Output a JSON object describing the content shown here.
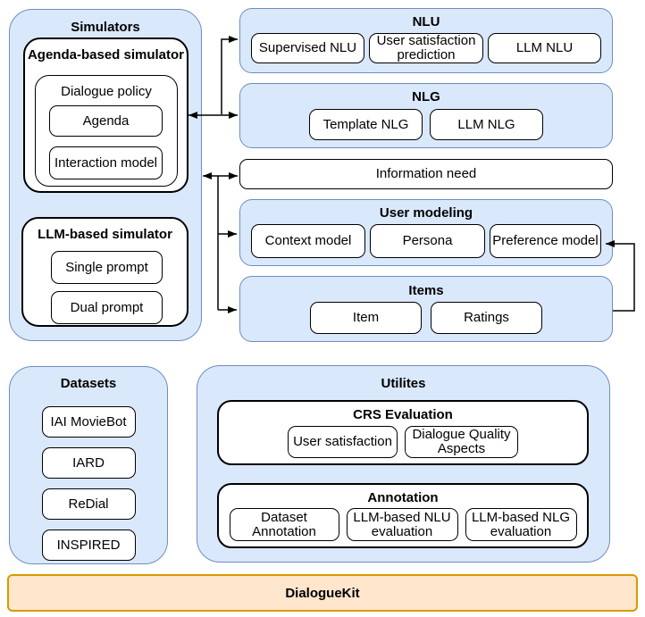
{
  "simulators": {
    "title": "Simulators",
    "agenda_based": {
      "title": "Agenda-based simulator",
      "dialogue_policy": {
        "title": "Dialogue policy",
        "items": [
          "Agenda",
          "Interaction model"
        ]
      }
    },
    "llm_based": {
      "title": "LLM-based simulator",
      "items": [
        "Single prompt",
        "Dual prompt"
      ]
    }
  },
  "nlu": {
    "title": "NLU",
    "items": [
      "Supervised NLU",
      "User satisfaction prediction",
      "LLM NLU"
    ]
  },
  "nlg": {
    "title": "NLG",
    "items": [
      "Template NLG",
      "LLM NLG"
    ]
  },
  "information_need": {
    "label": "Information need"
  },
  "user_modeling": {
    "title": "User modeling",
    "items": [
      "Context model",
      "Persona",
      "Preference model"
    ]
  },
  "items_group": {
    "title": "Items",
    "items": [
      "Item",
      "Ratings"
    ]
  },
  "datasets": {
    "title": "Datasets",
    "items": [
      "IAI MovieBot",
      "IARD",
      "ReDial",
      "INSPIRED"
    ]
  },
  "utilities": {
    "title": "Utilites",
    "crs_evaluation": {
      "title": "CRS Evaluation",
      "items": [
        "User satisfaction",
        "Dialogue Quality Aspects"
      ]
    },
    "annotation": {
      "title": "Annotation",
      "items": [
        "Dataset Annotation",
        "LLM-based NLU evaluation",
        "LLM-based NLG evaluation"
      ]
    }
  },
  "foundation": {
    "label": "DialogueKit"
  },
  "connections": [
    {
      "from": "simulators",
      "to": "nlu",
      "style": "arrow"
    },
    {
      "from": "simulators",
      "to": "nlg",
      "style": "double-arrow"
    },
    {
      "from": "simulators",
      "to": "information-need",
      "style": "double-arrow"
    },
    {
      "from": "simulators",
      "to": "user-modeling",
      "style": "arrow"
    },
    {
      "from": "simulators",
      "to": "items",
      "style": "arrow"
    },
    {
      "from": "items",
      "to": "preference-model",
      "style": "arrow"
    }
  ],
  "colors": {
    "group_fill": "#dae8fc",
    "group_border": "#6c8ebf",
    "foundation_fill": "#ffe6cc",
    "foundation_border": "#d79b00",
    "box_border": "#000000"
  }
}
